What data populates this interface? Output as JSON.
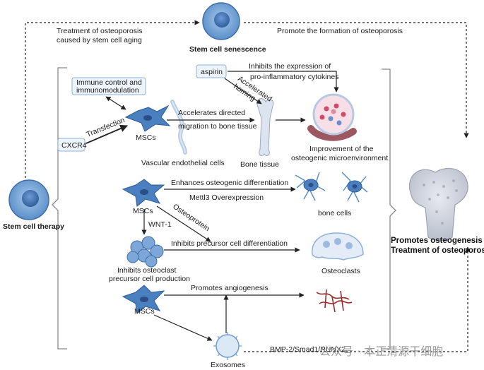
{
  "top": {
    "left_text_line1": "Treatment of osteoporosis",
    "left_text_line2": "caused by stem cell aging",
    "right_text": "Promote the formation of osteoporosis",
    "senescence_label": "Stem cell senescence"
  },
  "left": {
    "therapy_label": "Stem cell therapy"
  },
  "boxes": {
    "immune_line1": "Immune control and",
    "immune_line2": "immunomodulation",
    "cxcr4": "CXCR4",
    "aspirin": "aspirin"
  },
  "row1": {
    "transfection": "Transfection",
    "mscs": "MSCs",
    "vascular": "Vascular endothelial cells",
    "accel_line1": "Accelerates directed",
    "accel_line2": "migration to bone tissue",
    "homing_line1": "Accelerated",
    "homing_line2": "homing",
    "bone_tissue": "Bone tissue",
    "inhibits_line1": "Inhibits the expression of",
    "inhibits_line2": "pro-inflammatory cytokines",
    "improve_line1": "Improvement of the",
    "improve_line2": "osteogenic microenvironment"
  },
  "row2": {
    "mscs": "MSCs",
    "enhances": "Enhances osteogenic differentiation",
    "mettl3": "Mettl3 Overexpression",
    "bone_cells": "bone cells",
    "wnt1": "WNT-1",
    "osteoprotein": "Osteoprotein",
    "inhibits_precursor": "Inhibits precursor cell differentiation",
    "osteoclasts": "Osteoclasts",
    "osteoclast_line1": "Inhibits osteoclast",
    "osteoclast_line2": "precursor cell production"
  },
  "row3": {
    "mscs": "MSCs",
    "angiogenesis": "Promotes angiogenesis",
    "exosomes": "Exosomes",
    "bmp": "BMP-2/Smad1/RUNX2"
  },
  "right": {
    "result_line1": "Promotes osteogenesis",
    "result_line2": "Treatment of osteoporosis"
  },
  "watermark": "公众号 · 本正清源干细胞",
  "colors": {
    "cell_blue": "#5b8fc9",
    "msc_blue": "#4a7fc0",
    "box_border": "#8fb0d8",
    "vessel_red": "#9b2a2a",
    "arrow": "#222222"
  }
}
